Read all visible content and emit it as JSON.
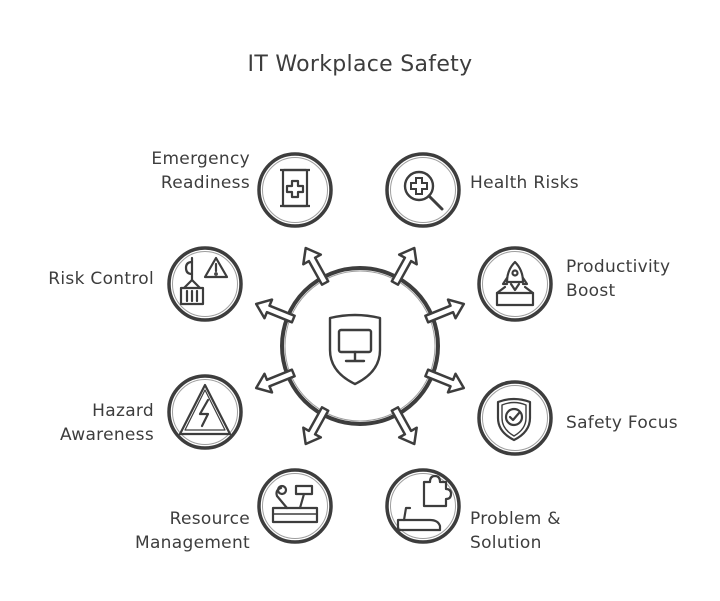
{
  "title": "IT Workplace Safety",
  "center": {
    "icon": "monitor-shield-icon"
  },
  "nodes": [
    {
      "id": "emergency-readiness",
      "lines": [
        "Emergency",
        "Readiness"
      ],
      "icon": "first-aid-cabinet-icon"
    },
    {
      "id": "health-risks",
      "lines": [
        "Health Risks"
      ],
      "icon": "magnifier-plus-icon"
    },
    {
      "id": "productivity-boost",
      "lines": [
        "Productivity",
        "Boost"
      ],
      "icon": "rocket-launch-icon"
    },
    {
      "id": "safety-focus",
      "lines": [
        "Safety Focus"
      ],
      "icon": "shield-check-icon"
    },
    {
      "id": "problem-solution",
      "lines": [
        "Problem &",
        "Solution"
      ],
      "icon": "puzzle-hand-icon"
    },
    {
      "id": "resource-management",
      "lines": [
        "Resource",
        "Management"
      ],
      "icon": "toolbox-icon"
    },
    {
      "id": "hazard-awareness",
      "lines": [
        "Hazard",
        "Awareness"
      ],
      "icon": "warning-triangle-icon"
    },
    {
      "id": "risk-control",
      "lines": [
        "Risk Control"
      ],
      "icon": "crane-hazard-icon"
    }
  ],
  "colors": {
    "stroke": "#3d3d3d",
    "fill": "#ffffff"
  }
}
